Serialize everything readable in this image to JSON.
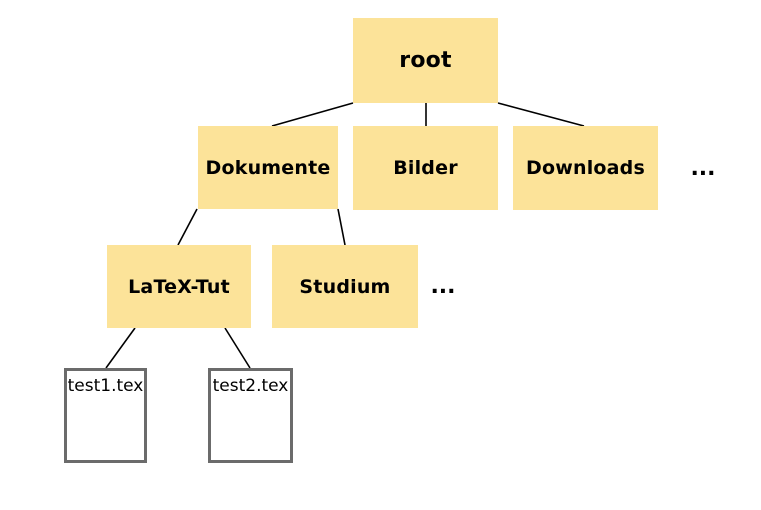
{
  "diagram": {
    "type": "tree",
    "description": "File system hierarchy tree",
    "nodes": {
      "root": {
        "label": "root",
        "kind": "folder"
      },
      "dokumente": {
        "label": "Dokumente",
        "kind": "folder"
      },
      "bilder": {
        "label": "Bilder",
        "kind": "folder"
      },
      "downloads": {
        "label": "Downloads",
        "kind": "folder"
      },
      "latex_tut": {
        "label": "LaTeX-Tut",
        "kind": "folder"
      },
      "studium": {
        "label": "Studium",
        "kind": "folder"
      },
      "test1": {
        "label": "test1.tex",
        "kind": "file"
      },
      "test2": {
        "label": "test2.tex",
        "kind": "file"
      },
      "ellipsis_root_children": {
        "label": "..."
      },
      "ellipsis_dokumente_children": {
        "label": "..."
      }
    },
    "edges": [
      {
        "from": "root",
        "to": "dokumente"
      },
      {
        "from": "root",
        "to": "bilder"
      },
      {
        "from": "root",
        "to": "downloads"
      },
      {
        "from": "dokumente",
        "to": "latex_tut"
      },
      {
        "from": "dokumente",
        "to": "studium"
      },
      {
        "from": "latex_tut",
        "to": "test1"
      },
      {
        "from": "latex_tut",
        "to": "test2"
      }
    ],
    "colors": {
      "folder_fill": "#FCE399",
      "file_fill": "#FFFFFF",
      "file_border": "#6B6B6B",
      "edge_stroke": "#000000",
      "text": "#000000",
      "background": "#FFFFFF"
    }
  }
}
